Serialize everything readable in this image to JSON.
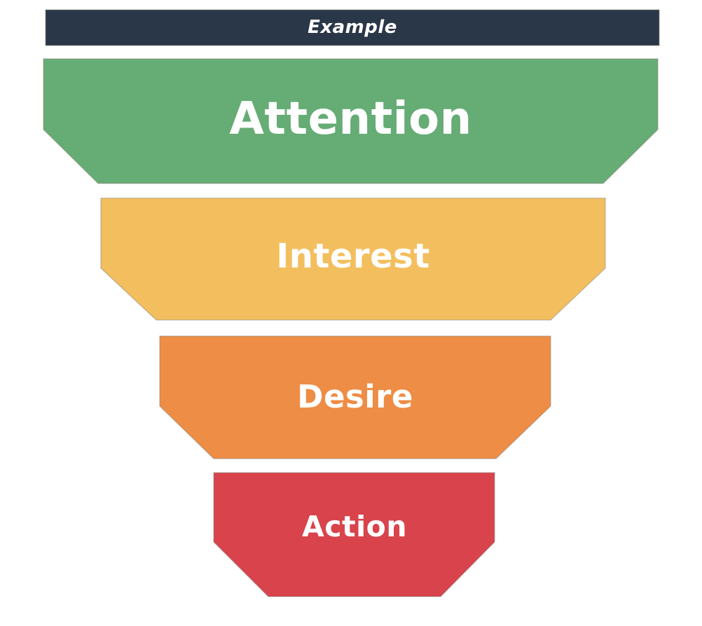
{
  "header": {
    "label": "Example",
    "bg_color": "#2a3748",
    "text_color": "#ffffff"
  },
  "funnel": {
    "type": "funnel-diagram",
    "stages": [
      {
        "label": "Attention",
        "color": "#66ac75"
      },
      {
        "label": "Interest",
        "color": "#f3bf5e"
      },
      {
        "label": "Desire",
        "color": "#ee8d45"
      },
      {
        "label": "Action",
        "color": "#d9434c"
      }
    ],
    "text_color": "#ffffff"
  }
}
